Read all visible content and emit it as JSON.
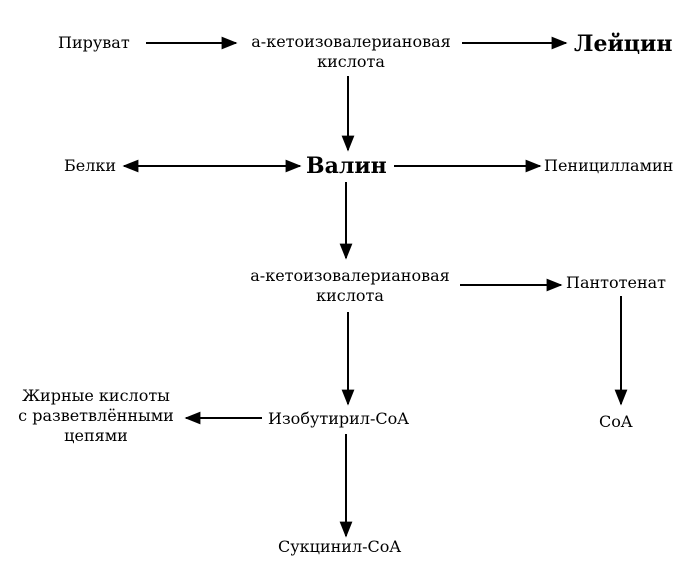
{
  "nodes": {
    "pyruvate": "Пируват",
    "keto_acid_top_line1": "а-кетоизовалериановая",
    "keto_acid_top_line2": "кислота",
    "leucine": "Лейцин",
    "proteins": "Белки",
    "valine": "Валин",
    "penicillamine": "Пеницилламин",
    "keto_acid_mid_line1": "а-кетоизовалериановая",
    "keto_acid_mid_line2": "кислота",
    "pantothenate": "Пантотенат",
    "fatty_acids_line1": "Жирные кислоты",
    "fatty_acids_line2": "с разветвлёнными",
    "fatty_acids_line3": "цепями",
    "isobutyryl_coa": "Изобутирил-CoA",
    "coa": "CoA",
    "succinyl_coa": "Сукцинил-CoA"
  }
}
